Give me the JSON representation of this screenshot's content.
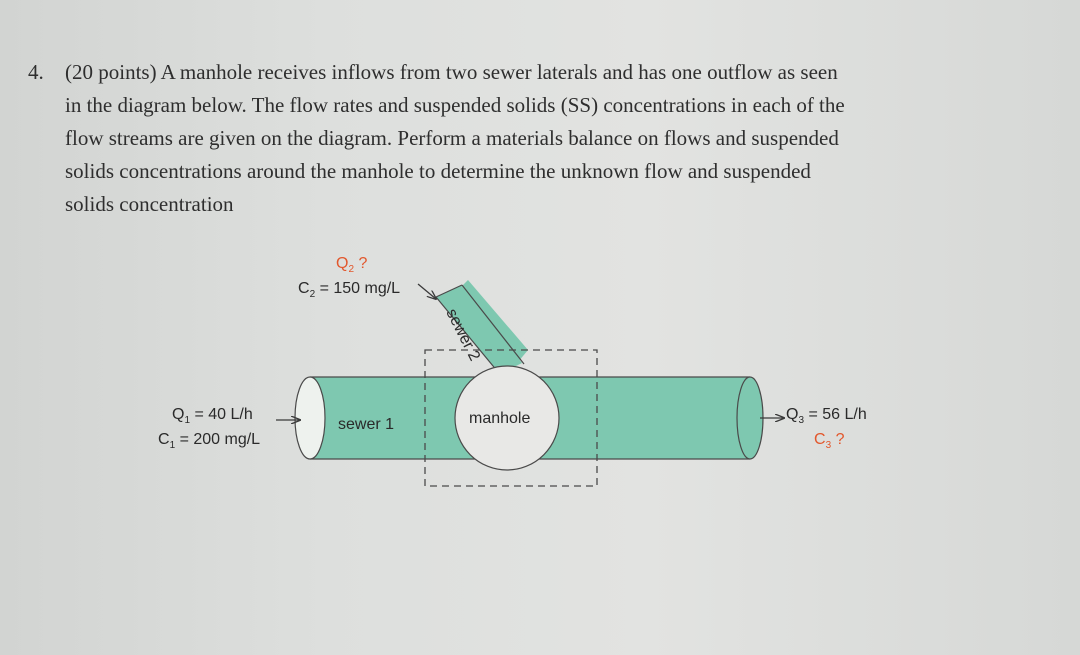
{
  "question": {
    "number": "4.",
    "lines": [
      "(20 points) A manhole receives inflows from two sewer laterals and has one outflow as seen",
      "in the diagram below. The flow rates and suspended solids (SS) concentrations in each of the",
      "flow streams are given on the diagram. Perform a materials balance on flows and suspended",
      "solids concentrations around the manhole to determine the unknown flow and suspended",
      "solids concentration"
    ]
  },
  "diagram": {
    "sewer1_label": "sewer 1",
    "sewer2_label": "sewer 2",
    "manhole_label": "manhole",
    "inflow1": {
      "q_symbol": "Q",
      "q_sub": "1",
      "q_value": " = 40 L/h",
      "c_symbol": "C",
      "c_sub": "1",
      "c_value": " = 200 mg/L"
    },
    "inflow2": {
      "q_symbol": "Q",
      "q_sub": "2",
      "q_value": " ?",
      "c_symbol": "C",
      "c_sub": "2",
      "c_value": " = 150 mg/L"
    },
    "outflow": {
      "q_symbol": "Q",
      "q_sub": "3",
      "q_value": " = 56 L/h",
      "c_symbol": "C",
      "c_sub": "3",
      "c_value": " ?"
    },
    "colors": {
      "pipe_fill": "#7ec8b0",
      "pipe_stroke": "#4a4a4a",
      "manhole_fill": "#e8e8e6",
      "unknown_text": "#e2572c",
      "text": "#2a2a2a"
    }
  }
}
